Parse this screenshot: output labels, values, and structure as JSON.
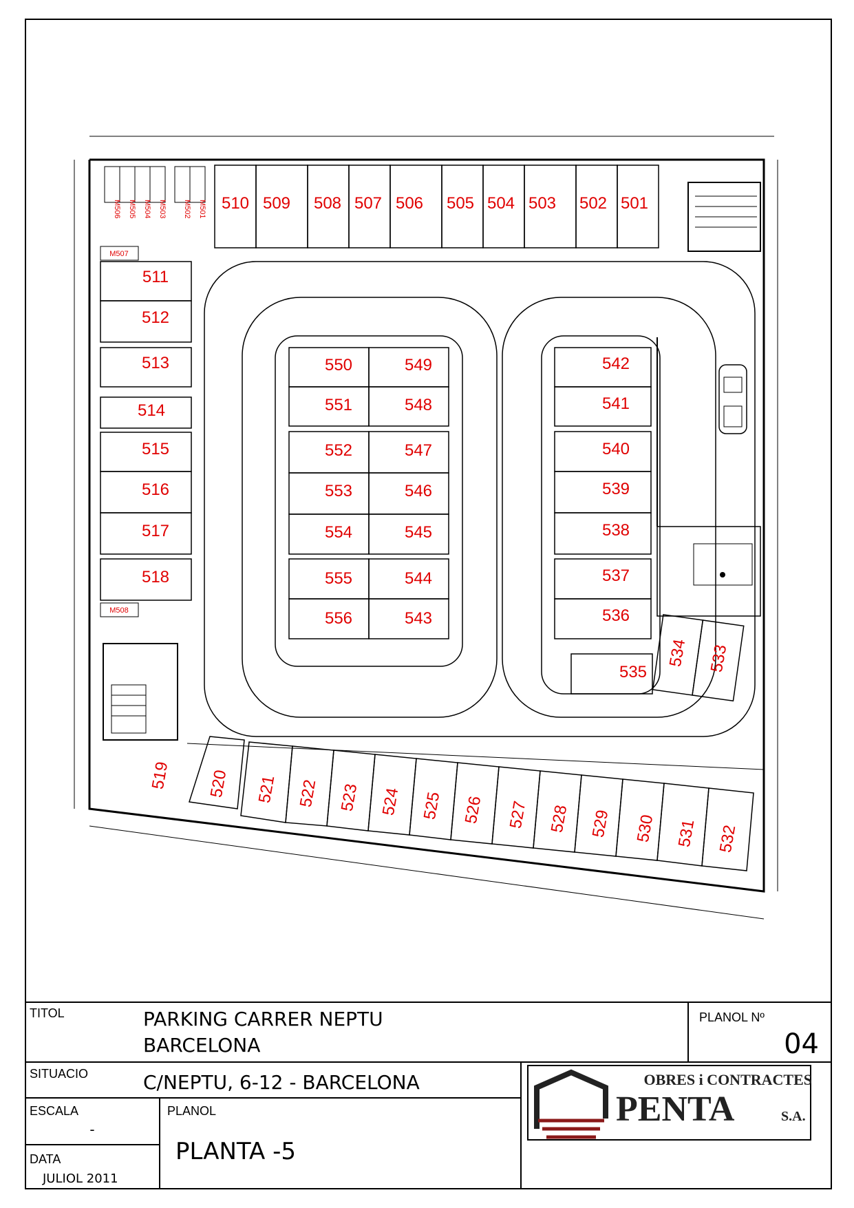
{
  "title_block": {
    "titol_label": "TITOL",
    "titol_line1": "PARKING CARRER NEPTU",
    "titol_line2": "BARCELONA",
    "planol_no_label": "PLANOL Nº",
    "planol_no": "04",
    "situacio_label": "SITUACIO",
    "situacio": "C/NEPTU, 6-12 - BARCELONA",
    "escala_label": "ESCALA",
    "escala": "-",
    "planol_label": "PLANOL",
    "planol": "PLANTA -5",
    "data_label": "DATA",
    "data": "JULIOL 2011"
  },
  "logo": {
    "top": "OBRES i CONTRACTES",
    "name": "PENTA",
    "suffix": "S.A."
  },
  "colors": {
    "space_label": "#e00000",
    "line": "#000000",
    "logo_red": "#8b1a1a"
  },
  "spaces": {
    "top_row": [
      "510",
      "509",
      "508",
      "507",
      "506",
      "505",
      "504",
      "503",
      "502",
      "501"
    ],
    "left_col": [
      "511",
      "512",
      "513",
      "514",
      "515",
      "516",
      "517",
      "518"
    ],
    "center_left": [
      "550",
      "551",
      "552",
      "553",
      "554",
      "555",
      "556"
    ],
    "center_right": [
      "549",
      "548",
      "547",
      "546",
      "545",
      "544",
      "543"
    ],
    "right_col": [
      "542",
      "541",
      "540",
      "539",
      "538",
      "537",
      "536"
    ],
    "s535": "535",
    "s534": "534",
    "s533": "533",
    "bottom_row": [
      "519",
      "520",
      "521",
      "522",
      "523",
      "524",
      "525",
      "526",
      "527",
      "528",
      "529",
      "530",
      "531",
      "532"
    ],
    "motos": [
      "M506",
      "M505",
      "M504",
      "M503",
      "M502",
      "M501"
    ],
    "m507": "M507",
    "m508": "M508"
  }
}
